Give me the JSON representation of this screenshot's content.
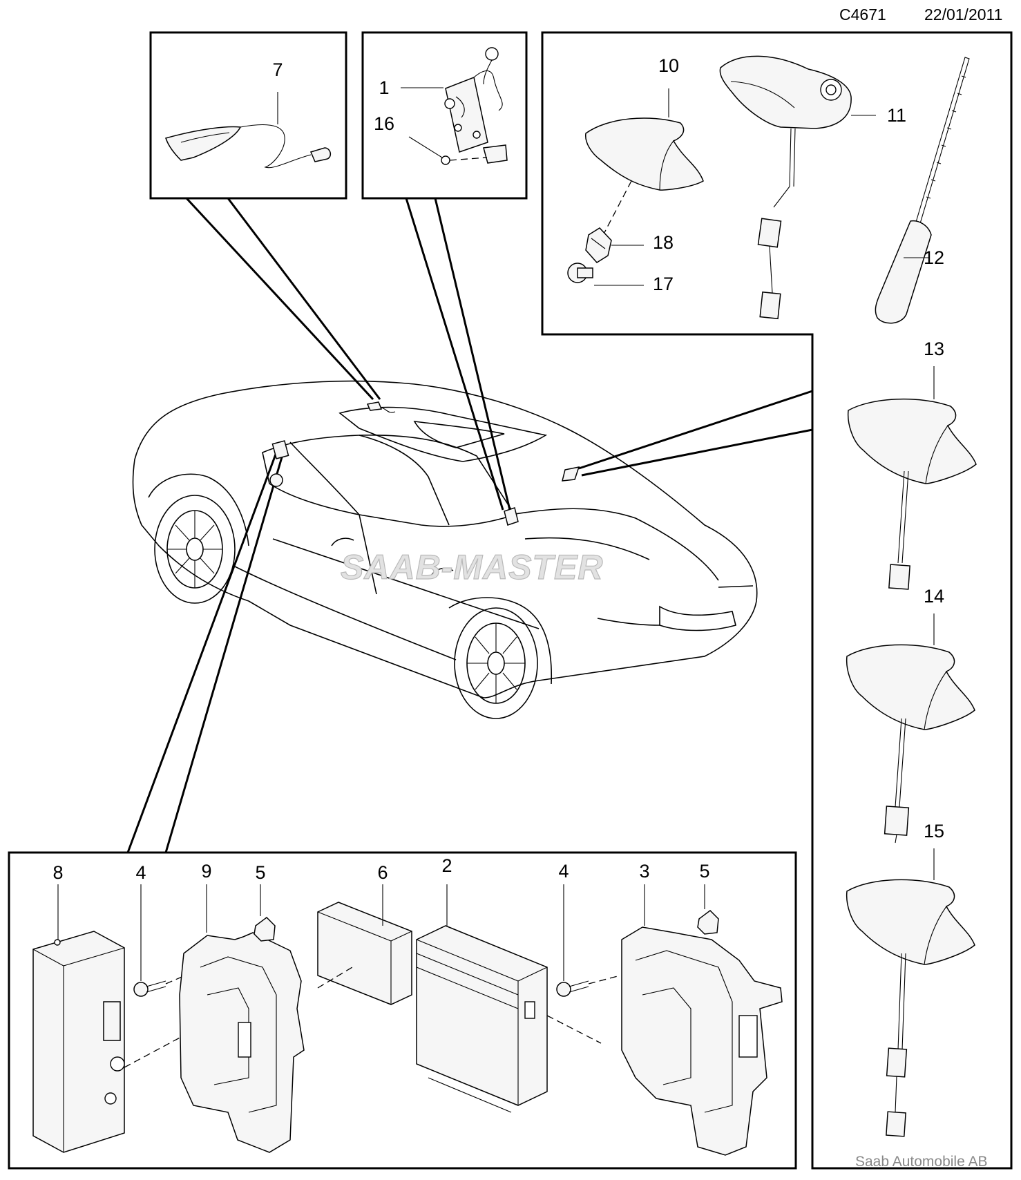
{
  "header": {
    "code": "C4671",
    "date": "22/01/2011"
  },
  "watermark": "SAAB-MASTER",
  "footer": "Saab Automobile AB",
  "callouts": {
    "p1": "1",
    "p2": "2",
    "p3": "3",
    "p4a": "4",
    "p4b": "4",
    "p5a": "5",
    "p5b": "5",
    "p6": "6",
    "p7": "7",
    "p8": "8",
    "p9": "9",
    "p10": "10",
    "p11": "11",
    "p12": "12",
    "p13": "13",
    "p14": "14",
    "p15": "15",
    "p16": "16",
    "p17": "17",
    "p18": "18"
  }
}
